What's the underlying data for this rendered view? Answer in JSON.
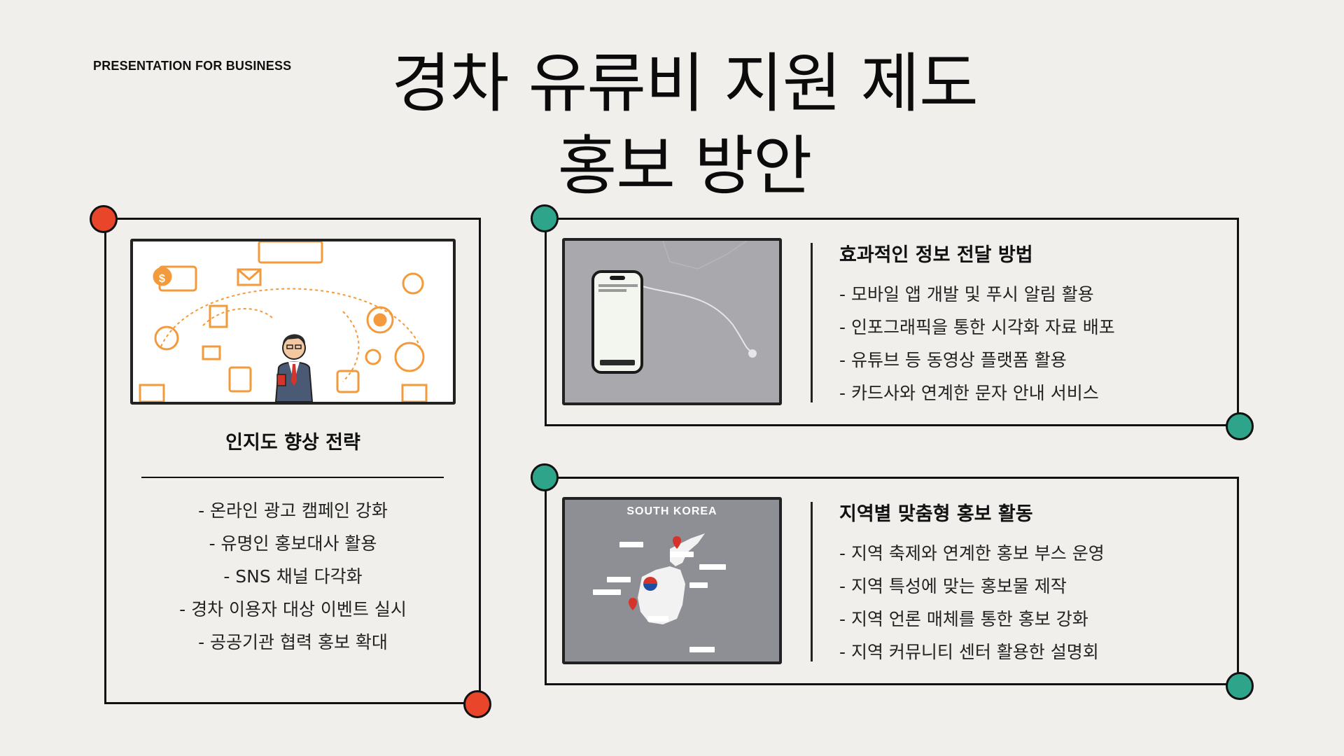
{
  "header": {
    "tagline": "PRESENTATION FOR BUSINESS",
    "title_line1": "경차 유류비 지원 제도",
    "title_line2": "홍보 방안"
  },
  "left_card": {
    "image": "business-man-with-orange-icons-illustration",
    "heading": "인지도 향상 전략",
    "items": [
      "- 온라인 광고 캠페인 강화",
      "- 유명인 홍보대사 활용",
      "- SNS 채널 다각화",
      "- 경차 이용자 대상 이벤트 실시",
      "- 공공기관 협력 홍보 확대"
    ]
  },
  "card_top_right": {
    "image": "smartphone-mockup-on-grey",
    "heading": "효과적인 정보 전달 방법",
    "items": [
      "- 모바일 앱 개발 및 푸시 알림 활용",
      "- 인포그래픽을 통한 시각화 자료 배포",
      "- 유튜브 등 동영상 플랫폼 활용",
      "- 카드사와 연계한 문자 안내 서비스"
    ]
  },
  "card_bottom_right": {
    "image": "south-korea-map",
    "map_title": "SOUTH KOREA",
    "heading": "지역별 맞춤형 홍보 활동",
    "items": [
      "- 지역 축제와 연계한 홍보 부스 운영",
      "- 지역 특성에 맞는 홍보물 제작",
      "- 지역 언론 매체를 통한 홍보 강화",
      "- 지역 커뮤니티 센터 활용한 설명회"
    ]
  },
  "colors": {
    "background": "#f0efeb",
    "accent_red": "#e8452a",
    "accent_teal": "#2ea58a",
    "illustration_orange": "#f39a3c"
  }
}
